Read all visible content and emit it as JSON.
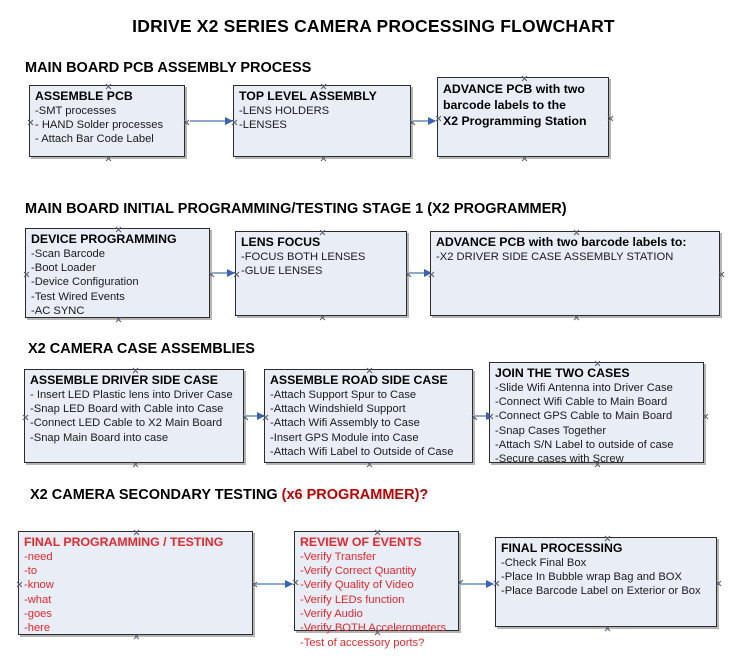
{
  "title": "IDRIVE X2  SERIES CAMERA PROCESSING FLOWCHART",
  "sections": [
    {
      "heading": "MAIN BOARD PCB ASSEMBLY PROCESS",
      "heading_accent": "",
      "nodes": [
        {
          "title": "ASSEMBLE PCB",
          "lines": [
            "-SMT processes",
            "- HAND Solder processes",
            "- Attach Bar Code Label"
          ]
        },
        {
          "title": "TOP LEVEL ASSEMBLY",
          "lines": [
            "-LENS HOLDERS",
            "-LENSES"
          ]
        },
        {
          "title_block": [
            "ADVANCE PCB with two",
            "barcode labels to the",
            " X2 Programming Station"
          ],
          "lines": []
        }
      ]
    },
    {
      "heading": "MAIN BOARD INITIAL PROGRAMMING/TESTING STAGE 1 (X2 PROGRAMMER)",
      "heading_accent": "",
      "nodes": [
        {
          "title": "DEVICE PROGRAMMING",
          "lines": [
            "-Scan Barcode",
            "-Boot Loader",
            "-Device Configuration",
            "-Test Wired Events",
            "-AC SYNC"
          ]
        },
        {
          "title": "LENS FOCUS",
          "lines": [
            "-FOCUS BOTH LENSES",
            "-GLUE LENSES"
          ]
        },
        {
          "title": "ADVANCE PCB with two barcode labels to:",
          "lines": [
            "-X2 DRIVER  SIDE  CASE  ASSEMBLY STATION"
          ]
        }
      ]
    },
    {
      "heading": "X2 CAMERA CASE ASSEMBLIES",
      "heading_accent": "",
      "nodes": [
        {
          "title": "ASSEMBLE DRIVER SIDE CASE",
          "lines": [
            "- Insert LED Plastic lens into Driver Case",
            "-Snap LED Board with Cable into Case",
            "-Connect LED Cable to X2 Main Board",
            "-Snap Main Board into case"
          ]
        },
        {
          "title": "ASSEMBLE ROAD SIDE CASE",
          "lines": [
            "-Attach Support Spur to Case",
            "-Attach Windshield Support",
            "-Attach Wifi Assembly to Case",
            "-Insert GPS Module into Case",
            "-Attach Wifi Label to Outside of Case"
          ]
        },
        {
          "title": "JOIN THE TWO CASES",
          "lines": [
            "-Slide Wifi Antenna into Driver Case",
            "-Connect Wifi Cable to Main Board",
            "-Connect GPS Cable to Main Board",
            "-Snap Cases Together",
            "-Attach S/N Label to outside of case",
            "-Secure cases with Screw"
          ]
        }
      ]
    },
    {
      "heading": "X2 CAMERA SECONDARY TESTING ",
      "heading_accent": "(x6 PROGRAMMER)?",
      "nodes": [
        {
          "title": "FINAL PROGRAMMING / TESTING",
          "lines": [
            "-need",
            "-to",
            "-know",
            "-what",
            "-goes",
            "-here"
          ]
        },
        {
          "title": "REVIEW OF EVENTS",
          "lines": [
            "-Verify Transfer",
            "-Verify Correct Quantity",
            "-Verify Quality of Video",
            "-Verify LEDs function",
            "-Verify Audio",
            "-Verify BOTH Accelerometers",
            "-Test of accessory ports?"
          ]
        },
        {
          "title": "FINAL PROCESSING",
          "lines": [
            " -Check Final Box",
            "-Place In Bubble wrap Bag and BOX",
            "-Place Barcode Label on Exterior or Box"
          ]
        }
      ]
    }
  ],
  "colors": {
    "node_fill": "#e9eef6",
    "node_border": "#2b2b2b",
    "accent_red": "#e8272c",
    "heading_red": "#c00000",
    "arrow_line": "#8faac6",
    "arrow_head": "#3a62b8"
  }
}
